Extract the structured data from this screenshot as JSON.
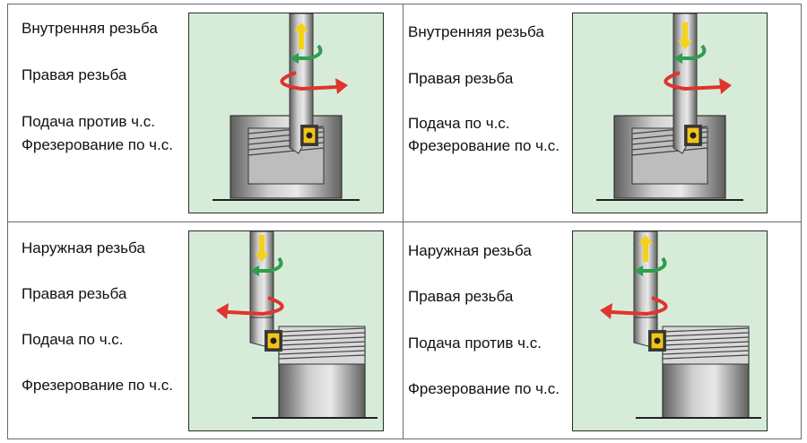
{
  "cells": [
    {
      "lines": [
        "Внутренняя резьба",
        "Правая резьба",
        "Подача против ч.с.",
        "Фрезерование по ч.с."
      ],
      "thread": "internal",
      "feed": "up",
      "rotation": "right"
    },
    {
      "lines": [
        "Внутренняя резьба",
        "Правая резьба",
        "Подача по ч.с.",
        "Фрезерование по ч.с."
      ],
      "thread": "internal",
      "feed": "down",
      "rotation": "right"
    },
    {
      "lines": [
        "Наружная резьба",
        "Правая резьба",
        "Подача по ч.с.",
        "Фрезерование по ч.с."
      ],
      "thread": "external",
      "feed": "down",
      "rotation": "left"
    },
    {
      "lines": [
        "Наружная резьба",
        "Правая резьба",
        "Подача против ч.с.",
        "Фрезерование по ч.с."
      ],
      "thread": "external",
      "feed": "up",
      "rotation": "left"
    }
  ],
  "colors": {
    "panel_bg": "#d6ecd9",
    "feed_arrow": "#f5d21a",
    "spin_arrow": "#2e9e4f",
    "path_arrow": "#e0342c",
    "steel_dark": "#5f5f5f",
    "steel_light": "#cfcfcf",
    "insert": "#f0c419"
  }
}
